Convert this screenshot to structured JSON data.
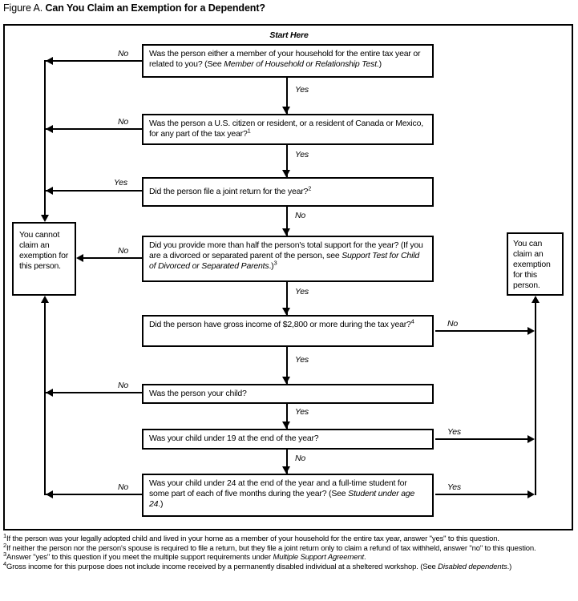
{
  "title": {
    "prefix": "Figure A.",
    "main": "Can You Claim an Exemption for a Dependent?"
  },
  "flowchart": {
    "start_label": "Start Here",
    "questions": [
      {
        "pre": "Was the person either a member of your household for the entire tax year or related to you? (See ",
        "italic": "Member of Household or Relationship Test",
        "post": ".)"
      },
      {
        "pre": "Was the person a U.S. citizen or resident, or a resident of Canada or Mexico, for any part of the tax year?",
        "sup": "1"
      },
      {
        "pre": "Did the person file a joint return for the year?",
        "sup": "2"
      },
      {
        "pre": "Did you provide more than half the person's total support for the year? (If you are a divorced or separated parent of the person, see ",
        "italic": "Support Test for Child of Divorced or Separated Parents",
        "post": ".)",
        "sup": "3"
      },
      {
        "pre": "Did the person have gross income of $2,800 or more during the tax year?",
        "sup": "4"
      },
      {
        "pre": "Was the person your child?"
      },
      {
        "pre": "Was your child under 19 at the end of the year?"
      },
      {
        "pre": "Was your child under 24 at the end of the year and a full-time student for some part of each of five months during the year? (See ",
        "italic": "Student under age 24",
        "post": ".)"
      }
    ],
    "labels": {
      "q1_no": "No",
      "q1_yes": "Yes",
      "q2_no": "No",
      "q2_yes": "Yes",
      "q3_yes": "Yes",
      "q3_no": "No",
      "q4_no": "No",
      "q4_yes": "Yes",
      "q5_no": "No",
      "q5_yes": "Yes",
      "q6_no": "No",
      "q6_yes": "Yes",
      "q7_yes": "Yes",
      "q7_no": "No",
      "q8_no": "No",
      "q8_yes": "Yes"
    },
    "outcomes": {
      "cannot": "You cannot claim an exemption for this person.",
      "can": "You can claim an exemption for this person."
    }
  },
  "footnotes": [
    {
      "sup": "1",
      "pre": "If the person was your legally adopted child and lived in your home as a member of your household for the entire tax year, answer \"yes\" to this question."
    },
    {
      "sup": "2",
      "pre": "If neither the person nor the person's spouse is required to file a return, but they file a joint return only to claim a refund of tax withheld, answer \"no\" to this question."
    },
    {
      "sup": "3",
      "pre": "Answer \"yes\" to this question if you meet the multiple support requirements under ",
      "italic": "Multiple Support Agreement",
      "post": "."
    },
    {
      "sup": "4",
      "pre": "Gross income for this purpose does not include income received by a permanently disabled individual at a sheltered workshop. (See ",
      "italic": "Disabled dependents",
      "post": ".)"
    }
  ]
}
